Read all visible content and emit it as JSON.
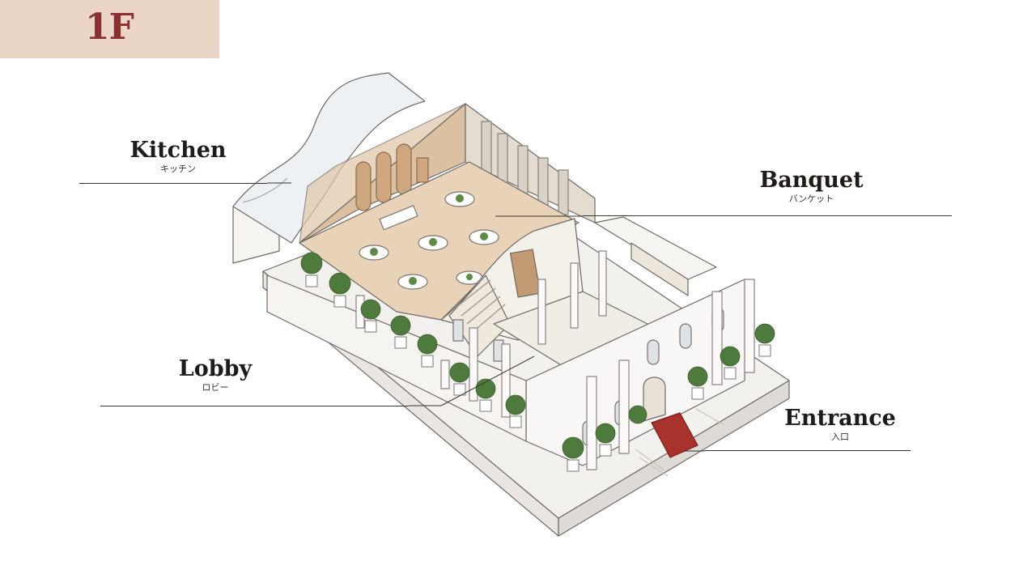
{
  "floor": {
    "title": "1F",
    "badge_color": "#ead5c7",
    "title_color": "#8b3030"
  },
  "labels": {
    "kitchen": {
      "en": "Kitchen",
      "ja": "キッチン"
    },
    "banquet": {
      "en": "Banquet",
      "ja": "バンケット"
    },
    "lobby": {
      "en": "Lobby",
      "ja": "ロビー"
    },
    "entrance": {
      "en": "Entrance",
      "ja": "入口"
    }
  },
  "colors": {
    "floor_wood": "#e8d2b8",
    "wall": "#f7f5f2",
    "line": "#6e6a66",
    "carpet": "#a8322c",
    "plant": "#4f7a3d"
  }
}
